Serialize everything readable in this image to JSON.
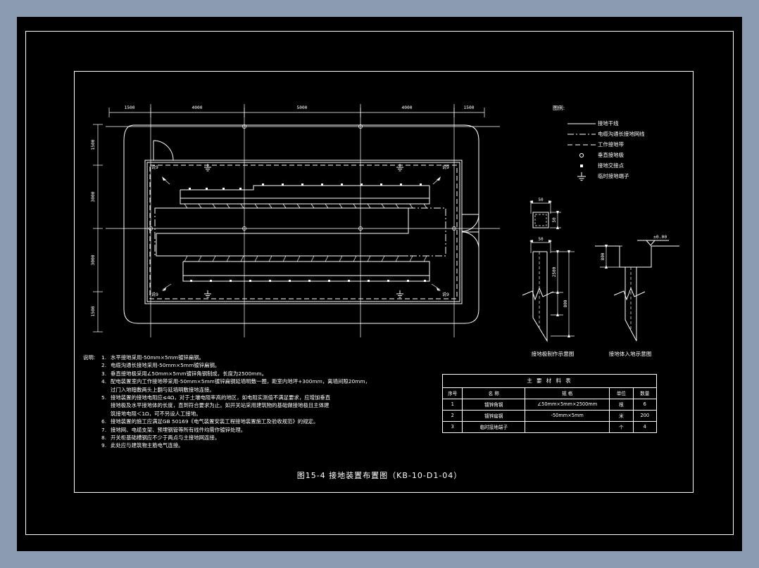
{
  "sheet": {
    "title": "图15-4  接地装置布置图（KB-10-D1-04）",
    "background_color": "#8b9bb0",
    "canvas_color": "#000000",
    "line_color": "#ffffff"
  },
  "dimensions": {
    "top": [
      "1500",
      "4000",
      "5000",
      "4000",
      "1500"
    ],
    "left": [
      "1500",
      "3000",
      "3000",
      "1500"
    ]
  },
  "plan_markers": [
    {
      "label": "说9"
    },
    {
      "label": "说9"
    },
    {
      "label": "说9"
    },
    {
      "label": "说9"
    }
  ],
  "legend": {
    "title": "图例:",
    "items": [
      {
        "symbol": "solid-line",
        "label": "接地干线"
      },
      {
        "symbol": "dash-dot-line",
        "label": "电缆沟通长接地网线"
      },
      {
        "symbol": "dashed-line",
        "label": "工作接地带"
      },
      {
        "symbol": "circle",
        "label": "垂直接地极"
      },
      {
        "symbol": "square-dot",
        "label": "接地交接点"
      },
      {
        "symbol": "earth-terminal",
        "label": "临时接地端子"
      }
    ]
  },
  "notes": {
    "label": "说明:",
    "items": [
      {
        "num": "1.",
        "lines": [
          "水平接地采用-50mm×5mm镀锌扁钢。"
        ]
      },
      {
        "num": "2.",
        "lines": [
          "电缆沟通长接地采用-50mm×5mm镀锌扁钢。"
        ]
      },
      {
        "num": "3.",
        "lines": [
          "垂直接地极采用∠50mm×5mm镀锌角钢制成，长度为2500mm。"
        ]
      },
      {
        "num": "4.",
        "lines": [
          "配电装置室内工作接地带采用-50mm×5mm镀锌扁钢延墙明敷一圈，距室内地坪+300mm，离墙间隙20mm，",
          "过门入地暗敷两头上翻与延墙明敷接地连接。"
        ]
      },
      {
        "num": "5.",
        "lines": [
          "接地装置的接地电阻应≤4Ω，对于土壤电阻率高的地区，如电阻实测值不满足要求，应增加垂直",
          "接地极及水平接地体的长度，直到符合要求为止。如开关站采用建筑物的基础做接地极且主体建",
          "筑接地电阻＜1Ω，可不另设人工接地。"
        ]
      },
      {
        "num": "6.",
        "lines": [
          "接地装置的施工应满足GB 50169《电气装置安装工程接地装置施工及验收规范》的规定。"
        ]
      },
      {
        "num": "7.",
        "lines": [
          "接地网、电缆支架、预埋钢管等所有线件均需作镀锌处理。"
        ]
      },
      {
        "num": "8.",
        "lines": [
          "开关柜基础槽钢应不少于两点与主接地网连接。"
        ]
      },
      {
        "num": "9.",
        "lines": [
          "此处应与建筑物主筋电气连接。"
        ]
      }
    ]
  },
  "materials_table": {
    "caption": "主 要 材 料 表",
    "headers": [
      "序号",
      "名    称",
      "规    格",
      "单位",
      "数量"
    ],
    "rows": [
      [
        "1",
        "镀锌角钢",
        "∠50mm×5mm×2500mm",
        "根",
        "6"
      ],
      [
        "2",
        "镀锌扁钢",
        "-50mm×5mm",
        "米",
        "200"
      ],
      [
        "3",
        "临时接地端子",
        "",
        "个",
        "4"
      ]
    ]
  },
  "details": [
    {
      "name": "electrode-section",
      "caption": "",
      "dim_width": "50",
      "dim_height": "50"
    },
    {
      "name": "electrode-fabrication",
      "caption": "接地极制作示意图",
      "dim_width": "50",
      "dim_len": "2500",
      "dim_tip": "800"
    },
    {
      "name": "electrode-burial",
      "caption": "接地体入地示意图",
      "level_mark": "±0.00",
      "dim_depth": "800"
    }
  ]
}
